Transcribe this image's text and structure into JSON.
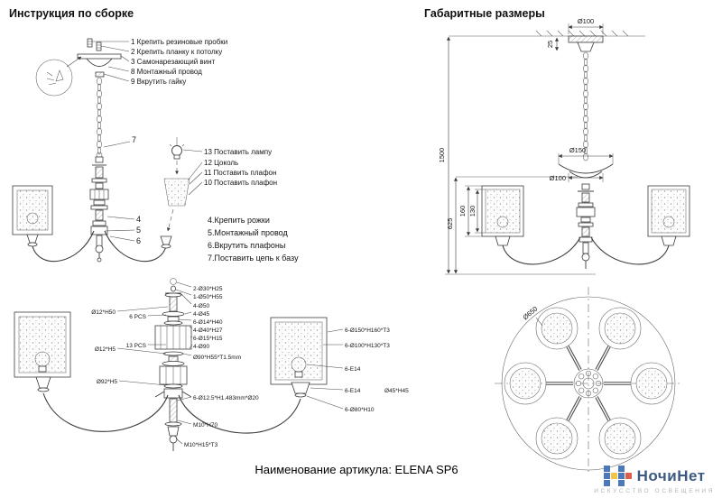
{
  "page": {
    "left_title": "Инструкция по сборке",
    "right_title": "Габаритные размеры",
    "article_line": "Наименование артикула: ELENA SP6"
  },
  "assembly": {
    "top_steps": [
      "1 Крепить резиновые пробки",
      "2 Крепить планку к потолку",
      "3 Самонарезающий винт",
      "8 Монтажный провод",
      "9 Вкрутить гайку"
    ],
    "chain_ref": "7",
    "shade_steps": [
      "13 Поставить лампу",
      "12 Цоколь",
      "11 Поставить плафон",
      "10 Поставить плафон"
    ],
    "mid_refs": [
      "4",
      "5",
      "6"
    ],
    "step_notes": [
      "4.Крепить рожки",
      "5.Монтажный провод",
      "6.Вкрутить плафоны",
      "7.Поставить цепь к базу"
    ],
    "parts_right": [
      "2-Ø30*H25",
      "1-Ø50*H55",
      "4-Ø50",
      "4-Ø45",
      "6-Ø14*H40",
      "4-Ø40*H27",
      "6-Ø15*H15",
      "4-Ø90",
      "Ø90*H55*T1.5mm",
      "6-Ø12.5*H1.483mm*Ø20",
      "M10*H70",
      "M10*H15*T3"
    ],
    "parts_left": [
      "Ø12*H50",
      "6 PCS",
      "13 PCS",
      "Ø12*H5",
      "Ø92*H5"
    ],
    "shade_parts": [
      "6-Ø150*H160*T3",
      "6-Ø100*H130*T3",
      "6-E14",
      "6-E14",
      "Ø45*H45",
      "6-Ø80*H10"
    ]
  },
  "dimensions": {
    "canopy_dia": "Ø100",
    "canopy_offset": "25",
    "overall_height": "1500",
    "top_dia": "Ø150",
    "mid_dia": "Ø100",
    "shade_height": "160",
    "shade_inner_height": "130",
    "body_height": "625",
    "overall_dia": "Ø650"
  },
  "watermark": {
    "brand": "НочиНет",
    "tagline": "ИСКУССТВО ОСВЕЩЕНИЯ",
    "colors": {
      "blue": "#3f6fb4",
      "yellow": "#f0c23a",
      "red": "#d85340"
    }
  }
}
